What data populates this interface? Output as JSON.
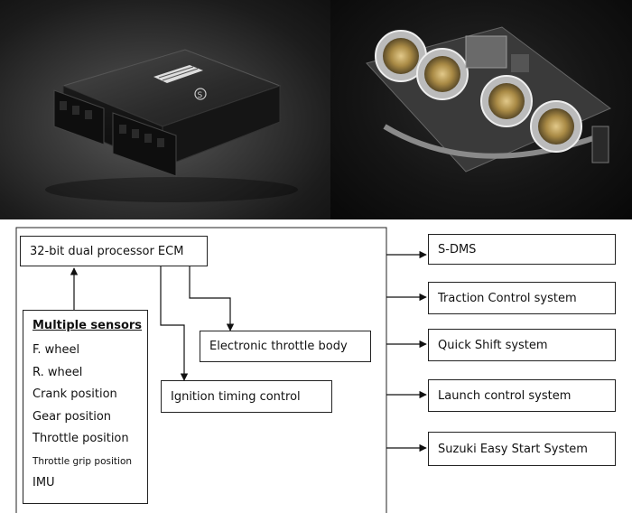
{
  "photos": {
    "left_logo_mark": "S",
    "left_icon": "ecu-module-photo",
    "right_icon": "throttle-body-photo"
  },
  "ecm": {
    "label": "32-bit dual processor ECM"
  },
  "sensors": {
    "title": "Multiple sensors",
    "items": [
      "F. wheel",
      "R. wheel",
      "Crank position",
      "Gear position",
      "Throttle position",
      "Throttle grip position",
      "IMU"
    ]
  },
  "outputs": {
    "throttle_body": "Electronic throttle body",
    "ignition": "Ignition timing control"
  },
  "systems": [
    "S-DMS",
    "Traction Control system",
    "Quick Shift system",
    "Launch control system",
    "Suzuki Easy Start System"
  ]
}
